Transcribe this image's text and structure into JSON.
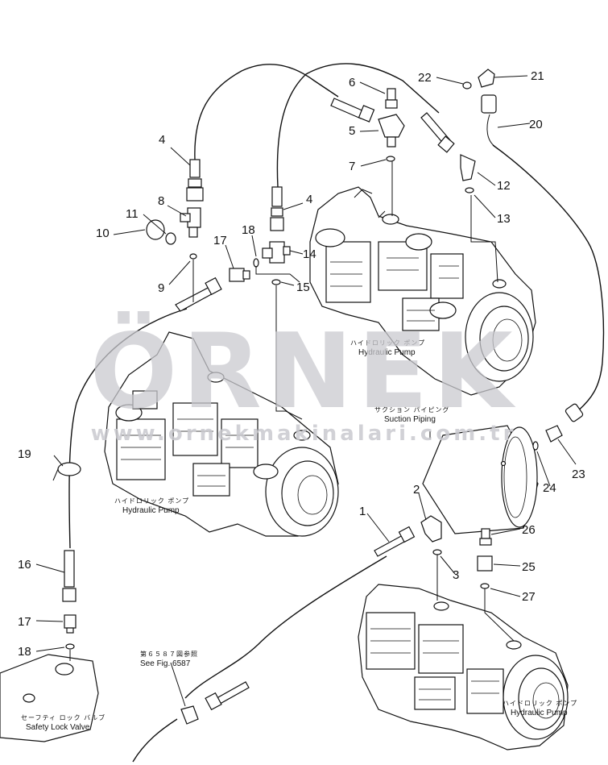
{
  "callouts": [
    {
      "n": "1"
    },
    {
      "n": "2"
    },
    {
      "n": "3"
    },
    {
      "n": "4"
    },
    {
      "n": "4"
    },
    {
      "n": "5"
    },
    {
      "n": "6"
    },
    {
      "n": "7"
    },
    {
      "n": "8"
    },
    {
      "n": "9"
    },
    {
      "n": "10"
    },
    {
      "n": "11"
    },
    {
      "n": "12"
    },
    {
      "n": "13"
    },
    {
      "n": "14"
    },
    {
      "n": "15"
    },
    {
      "n": "16"
    },
    {
      "n": "17"
    },
    {
      "n": "17"
    },
    {
      "n": "18"
    },
    {
      "n": "18"
    },
    {
      "n": "19"
    },
    {
      "n": "20"
    },
    {
      "n": "21"
    },
    {
      "n": "22"
    },
    {
      "n": "23"
    },
    {
      "n": "24"
    },
    {
      "n": "25"
    },
    {
      "n": "26"
    },
    {
      "n": "27"
    }
  ],
  "labels": {
    "pump_top_jp": "ハイドロリック ポンプ",
    "pump_top_en": "Hydraulic Pump",
    "pump_left_jp": "ハイドロリック ポンプ",
    "pump_left_en": "Hydraulic Pump",
    "pump_bottom_jp": "ハイドロリック ポンプ",
    "pump_bottom_en": "Hydraulic Pump",
    "suction_jp": "サクション パイピング",
    "suction_en": "Suction Piping",
    "seefig_jp": "第６５８７図参照",
    "seefig_en": "See Fig. 6587",
    "safety_jp": "セーフティ ロック バルブ",
    "safety_en": "Safety Lock Valve"
  },
  "watermark": {
    "text": "ÖRNEK",
    "url": "www.ornekmakinalari.com.tr",
    "color": "#c9c9cf"
  }
}
